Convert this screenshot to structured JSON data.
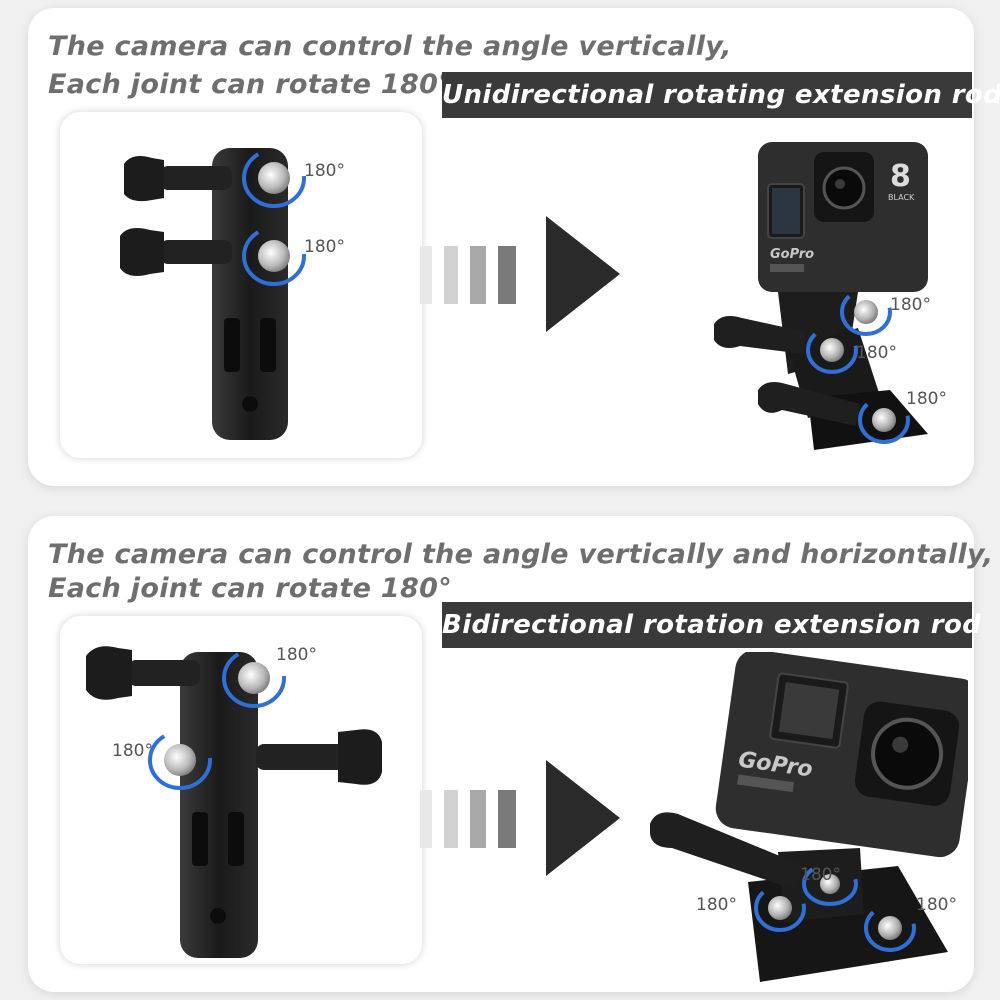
{
  "section_top": {
    "headline_line1": "The camera can control the angle vertically,",
    "headline_line2": "Each joint can rotate 180°",
    "title": "Unidirectional rotating extension rod",
    "rotation_labels": [
      "180°",
      "180°",
      "180°",
      "180°",
      "180°"
    ],
    "camera_brand": "GoPro",
    "camera_model": "8",
    "camera_edition": "BLACK"
  },
  "section_bottom": {
    "headline_line1": "The camera can control the angle vertically and horizontally,",
    "headline_line2": "Each joint can rotate 180°",
    "title": "Bidirectional rotation extension rod",
    "rotation_labels": [
      "180°",
      "180°",
      "180°",
      "180°",
      "180°"
    ],
    "camera_brand": "GoPro"
  },
  "colors": {
    "title_bar": "#3a3a3a",
    "headline_text": "#6e6e6e",
    "rotation_ring": "#2f6fd6",
    "mount_plastic": "#1f1f1f",
    "camera_body": "#2e2e2e"
  }
}
